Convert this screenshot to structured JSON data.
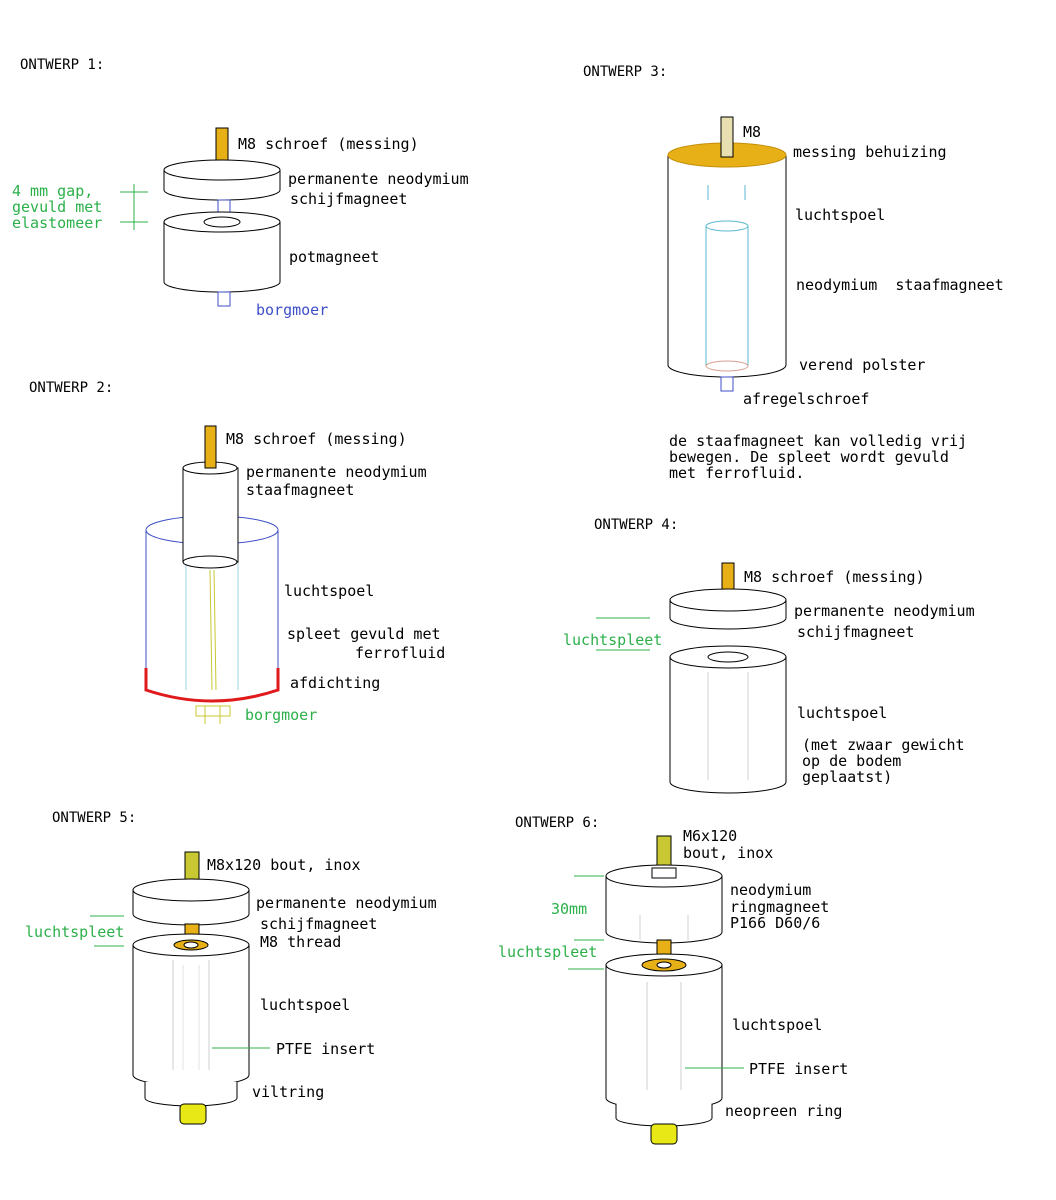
{
  "ontwerp1": {
    "title": "ONTWERP 1:",
    "screw": "M8 schroef (messing)",
    "magnet": [
      "permanente neodymium",
      "schijfmagneet"
    ],
    "gap": [
      "4 mm gap,",
      "gevuld met",
      "elastomeer"
    ],
    "pot": "potmagneet",
    "nut": "borgmoer"
  },
  "ontwerp2": {
    "title": "ONTWERP 2:",
    "screw": "M8 schroef (messing)",
    "magnet": [
      "permanente neodymium",
      "staafmagneet"
    ],
    "coil": "luchtspoel",
    "gap": [
      "spleet gevuld met",
      "ferrofluid"
    ],
    "seal": "afdichting",
    "nut": "borgmoer"
  },
  "ontwerp3": {
    "title": "ONTWERP 3:",
    "screw": "M8",
    "housing": "messing behuizing",
    "coil": "luchtspoel",
    "magnet": "neodymium  staafmagneet",
    "cushion": "verend polster",
    "adjust": "afregelschroef",
    "note": [
      "de staafmagneet kan volledig vrij",
      "bewegen. De spleet wordt gevuld",
      "met ferrofluid."
    ]
  },
  "ontwerp4": {
    "title": "ONTWERP 4:",
    "screw": "M8 schroef (messing)",
    "magnet": [
      "permanente neodymium",
      "schijfmagneet"
    ],
    "gap": "luchtspleet",
    "coil": "luchtspoel",
    "note": [
      "(met zwaar gewicht",
      "op de bodem",
      "geplaatst)"
    ]
  },
  "ontwerp5": {
    "title": "ONTWERP 5:",
    "bolt": "M8x120 bout, inox",
    "magnet": [
      "permanente neodymium",
      "schijfmagneet",
      "M8 thread"
    ],
    "gap": "luchtspleet",
    "coil": "luchtspoel",
    "insert": "PTFE insert",
    "ring": "viltring"
  },
  "ontwerp6": {
    "title": "ONTWERP 6:",
    "bolt": [
      "M6x120",
      "bout, inox"
    ],
    "magnet": [
      "neodymium",
      "ringmagneet",
      "P166 D60/6"
    ],
    "dim": "30mm",
    "gap": "luchtspleet",
    "coil": "luchtspoel",
    "insert": "PTFE insert",
    "ring": "neopreen ring"
  },
  "colors": {
    "brass": "#e8b017",
    "bolt": "#c8c832",
    "green": "#2bb04a",
    "blue": "#3d4fc8",
    "red": "#e0191b",
    "coilCyan": "#7ecfdf"
  }
}
